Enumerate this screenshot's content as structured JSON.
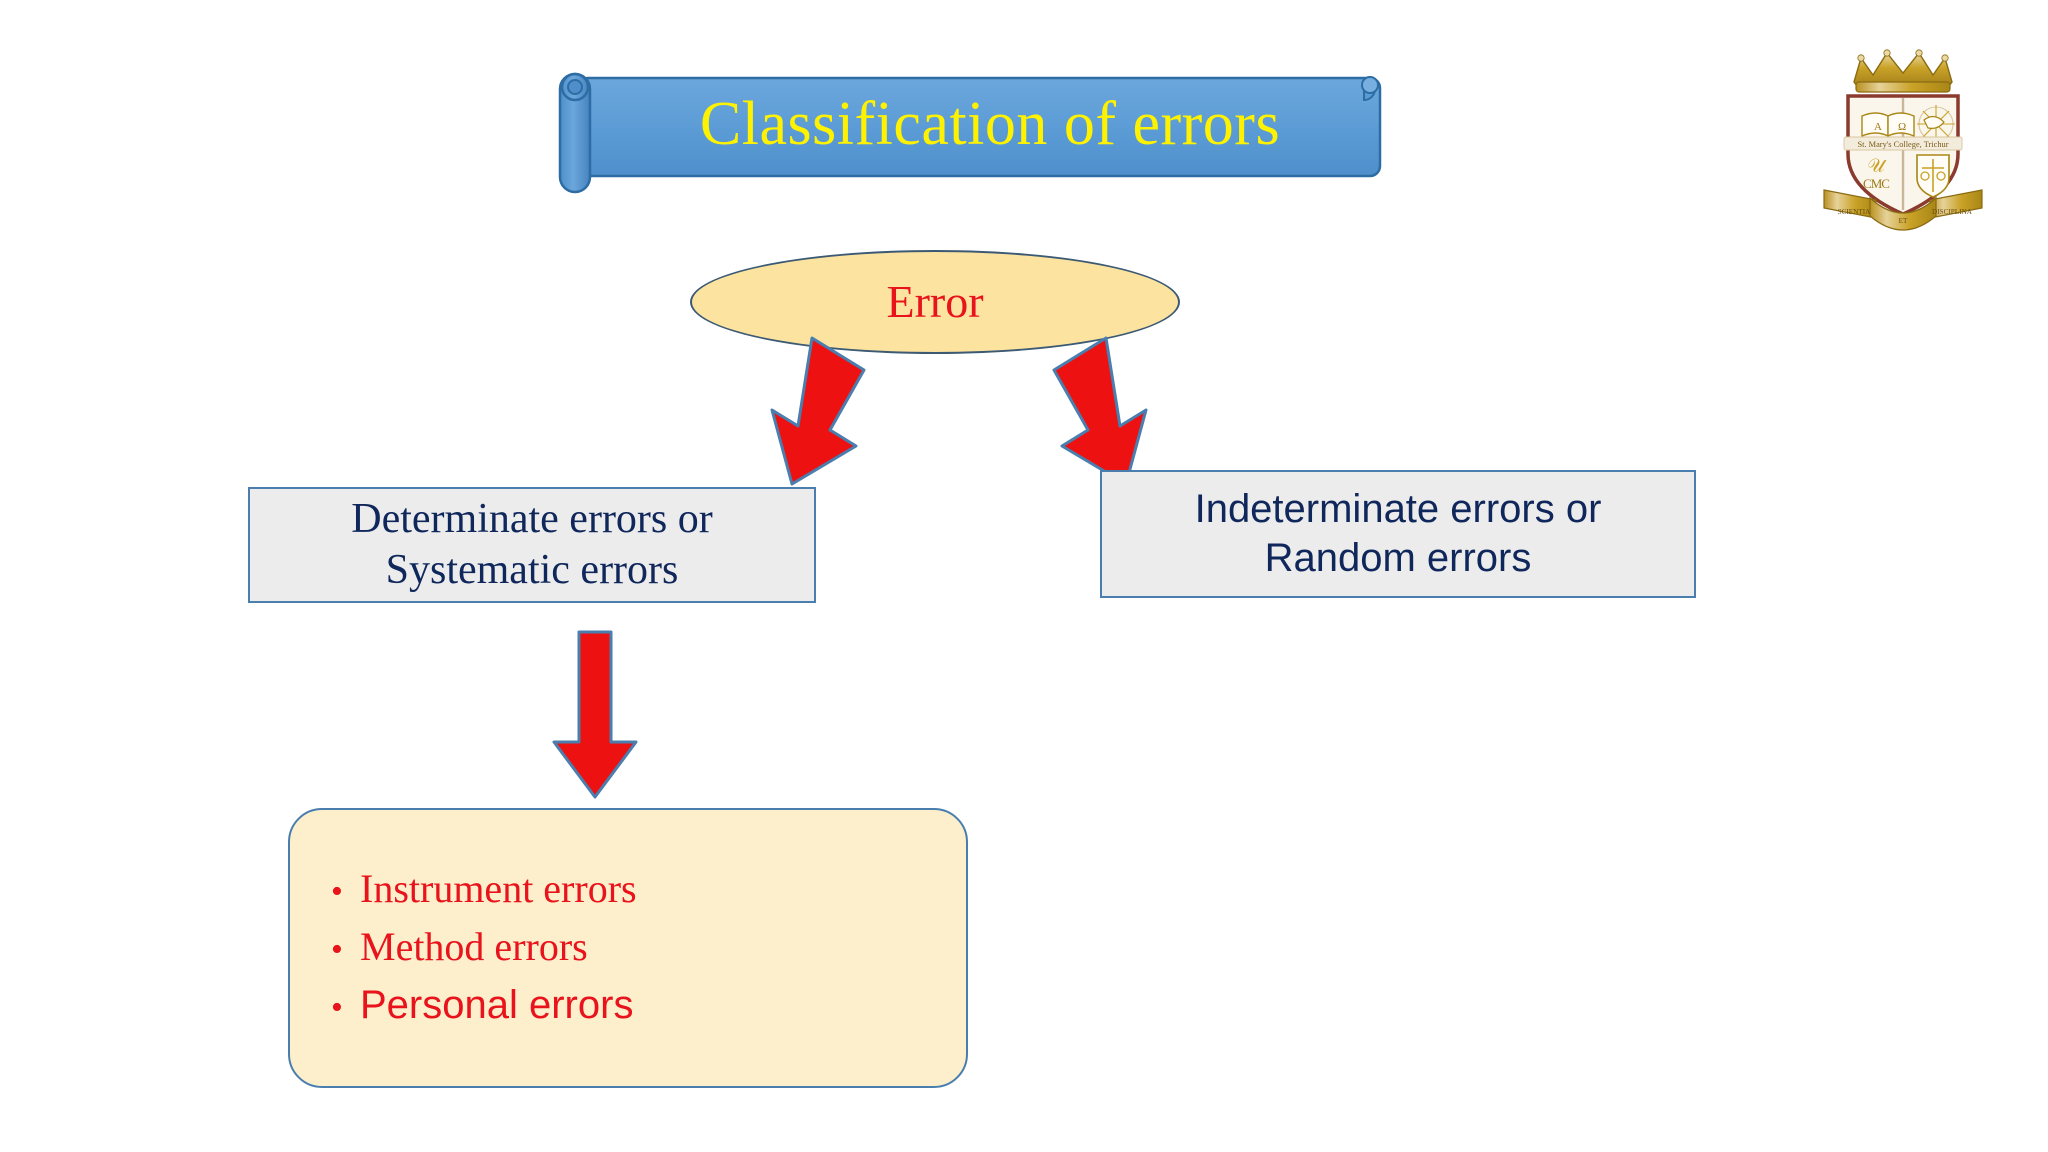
{
  "slide": {
    "title": "Classification of errors",
    "background_color": "#FFFFFF"
  },
  "title_banner": {
    "text": "Classification of errors",
    "fill_color": "#5B9BD5",
    "border_color": "#2E6CA4",
    "text_color": "#FFF200",
    "shape": "scroll-ribbon"
  },
  "logo": {
    "name": "st-marys-college-crest",
    "institution": "St. Mary's College, Trichur",
    "motto_left": "SCIENTIA",
    "motto_center": "ET",
    "motto_right": "DISCIPLINA",
    "monogram": "CMC",
    "colors": {
      "gold": "#C9A227",
      "gold_light": "#E8D79A",
      "shield_outline": "#8B3A2E",
      "shield_fill": "#FBF6EC"
    }
  },
  "diagram": {
    "type": "flowchart",
    "root": {
      "label": "Error",
      "shape": "ellipse",
      "fill_color": "#FCE3A0",
      "border_color": "#3C5A73",
      "text_color": "#E8131B"
    },
    "branches": [
      {
        "id": "determinate",
        "label_lines": [
          "Determinate errors or",
          "Systematic errors"
        ],
        "shape": "rectangle",
        "fill_color": "#ECECEC",
        "border_color": "#4A7EAE",
        "text_color": "#10275C",
        "font_style": "serif"
      },
      {
        "id": "indeterminate",
        "label_lines": [
          "Indeterminate errors or",
          "Random errors"
        ],
        "shape": "rectangle",
        "fill_color": "#ECECEC",
        "border_color": "#4A7EAE",
        "text_color": "#10275C",
        "font_style": "sans-serif"
      }
    ],
    "leaf_box": {
      "shape": "rounded-rectangle",
      "fill_color": "#FDEFCC",
      "border_color": "#4A7EAE",
      "text_color": "#E8131B",
      "bullet_char": "•",
      "items": [
        {
          "label": "Instrument errors",
          "font_style": "serif"
        },
        {
          "label": "Method errors",
          "font_style": "serif"
        },
        {
          "label": "Personal errors",
          "font_style": "sans-serif"
        }
      ]
    },
    "arrows": {
      "fill_color": "#EE1111",
      "border_color": "#4A7EAE",
      "items": [
        {
          "id": "error-to-determinate",
          "direction": "down-left"
        },
        {
          "id": "error-to-indeterminate",
          "direction": "down-right"
        },
        {
          "id": "determinate-to-types",
          "direction": "down"
        }
      ]
    }
  }
}
